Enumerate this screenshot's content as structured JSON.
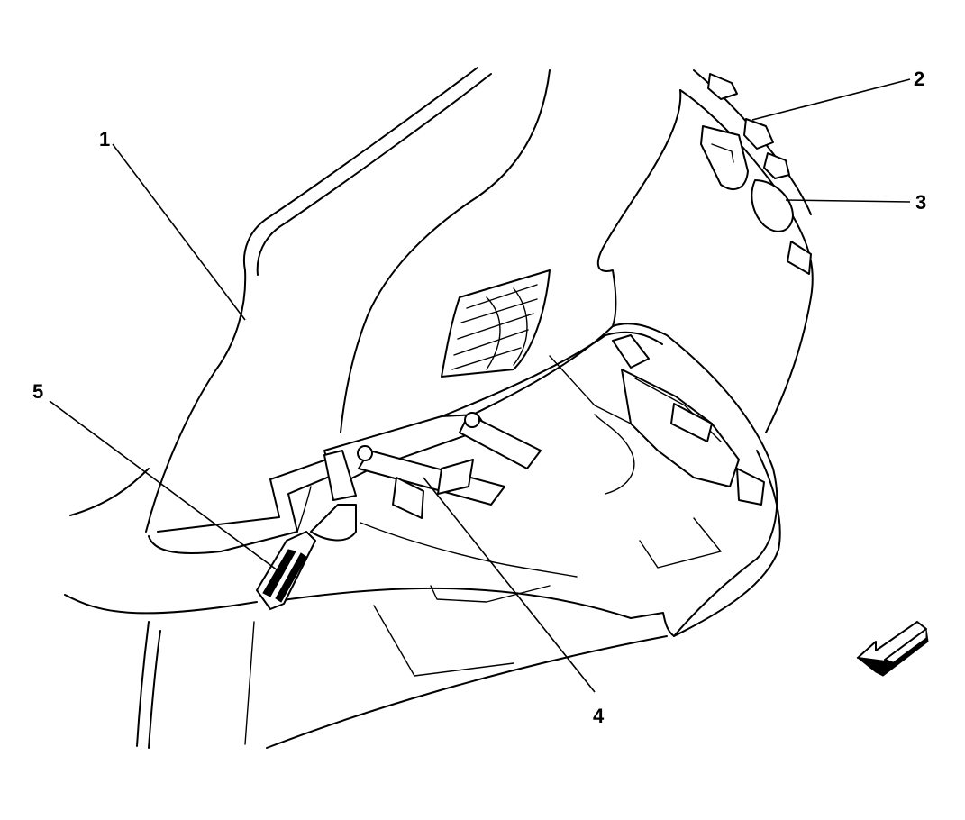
{
  "callouts": [
    {
      "id": "1",
      "label": "1"
    },
    {
      "id": "2",
      "label": "2"
    },
    {
      "id": "3",
      "label": "3"
    },
    {
      "id": "4",
      "label": "4"
    },
    {
      "id": "5",
      "label": "5"
    }
  ],
  "icons": {
    "direction_arrow": "arrow-forward-icon"
  }
}
